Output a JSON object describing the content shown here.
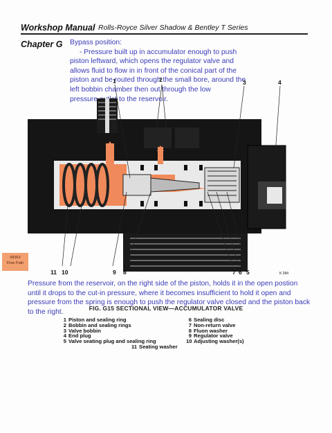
{
  "header": {
    "title": "Workshop Manual",
    "subtitle": "Rolls-Royce Silver Shadow & Bentley T Series",
    "chapter": "Chapter G"
  },
  "description": {
    "heading": "Bypass position:",
    "lines": [
      "- Pressure built up in accumulator enough to push",
      "piston leftward, which opens the regulator valve and",
      "allows fluid to flow in in front of the conical part of the",
      "piston and be routed through the small bore, around the",
      "left bobbin chamber          then out through the low",
      "pressure outlet to the                    reservoir."
    ]
  },
  "badge": {
    "line1": "68363",
    "line2": "Flow Path"
  },
  "callouts": {
    "c1": "1",
    "c2": "2",
    "c3": "3",
    "c4": "4",
    "c11": "11",
    "c10": "10",
    "c9": "9",
    "c8": "8",
    "c7": "7",
    "c6": "6",
    "c5": "5",
    "ref": "K 284"
  },
  "paragraph": {
    "lines": [
      "Pressure from the reservoir, on the right side of the piston, holds it in the open postion",
      "until it drops to the cut-in pressure, where it becomes insufficient to hold it open and",
      "pressure from the spring is enough to push the regulator valve closed and the piston back",
      "to the right."
    ]
  },
  "figure_caption": "FIG. G15 SECTIONAL VIEW—ACCUMULATOR VALVE",
  "legend": {
    "left": [
      {
        "num": "1",
        "text": "Piston and sealing ring"
      },
      {
        "num": "2",
        "text": "Bobbin and sealing rings"
      },
      {
        "num": "3",
        "text": "Valve bobbin"
      },
      {
        "num": "4",
        "text": "End plug"
      },
      {
        "num": "5",
        "text": "Valve seating plug and sealing ring"
      }
    ],
    "right": [
      {
        "num": "6",
        "text": "Sealing disc"
      },
      {
        "num": "7",
        "text": "Non-return valve"
      },
      {
        "num": "8",
        "text": "Fluon washer"
      },
      {
        "num": "9",
        "text": "Regulator valve"
      },
      {
        "num": "10",
        "text": "Adjusting washer(s)"
      }
    ],
    "bottom": {
      "num": "11",
      "text": "Seating washer"
    }
  },
  "colors": {
    "annotation_text": "#3a3ab8",
    "flow_highlight": "#f08a5a",
    "body_black": "#151515"
  }
}
